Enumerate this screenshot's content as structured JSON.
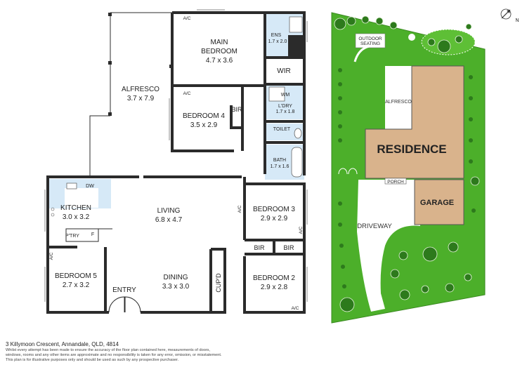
{
  "floor_plan": {
    "rooms": {
      "alfresco": {
        "name": "ALFRESCO",
        "dims": "3.7 x 7.9"
      },
      "main_bedroom_line1": "MAIN",
      "main_bedroom_line2": "BEDROOM",
      "main_bedroom_dims": "4.7 x 3.6",
      "bedroom4": {
        "name": "BEDROOM 4",
        "dims": "3.5 x 2.9"
      },
      "bedroom3": {
        "name": "BEDROOM 3",
        "dims": "2.9 x 2.9"
      },
      "bedroom2": {
        "name": "BEDROOM 2",
        "dims": "2.9 x 2.8"
      },
      "bedroom5": {
        "name": "BEDROOM 5",
        "dims": "2.7 x 3.2"
      },
      "living": {
        "name": "LIVING",
        "dims": "6.8 x 4.7"
      },
      "dining": {
        "name": "DINING",
        "dims": "3.3 x 3.0"
      },
      "kitchen": {
        "name": "KITCHEN",
        "dims": "3.0 x 3.2"
      },
      "ens": {
        "name": "ENS",
        "dims": "1.7 x 2.0"
      },
      "laundry": {
        "name": "L'DRY",
        "dims": "1.7 x 1.8"
      },
      "bath": {
        "name": "BATH",
        "dims": "1.7 x 1.6"
      },
      "wir": "WIR",
      "toilet": "TOILET",
      "wm": "WM",
      "bir_bed4": "BIR",
      "bir_bed3a": "BIR",
      "bir_bed3b": "BIR",
      "cupd": "CUP'D",
      "pantry": "P'TRY",
      "fridge": "F",
      "dw": "DW",
      "entry": "ENTRY"
    },
    "ac_labels": [
      "A/C",
      "A/C",
      "A/C",
      "A/C",
      "A/C",
      "A/C"
    ]
  },
  "site_plan": {
    "residence": "RESIDENCE",
    "garage": "GARAGE",
    "alfresco": "ALFRESCO",
    "porch": "PORCH",
    "driveway": "DRIVEWAY",
    "outdoor_seating_1": "OUTDOOR",
    "outdoor_seating_2": "SEATING",
    "north": "N",
    "colors": {
      "lawn": "#4caf2a",
      "building": "#d9b38c",
      "garage": "#ffffff"
    }
  },
  "footer": {
    "address": "3 Killymoon Crescent, Annandale, QLD, 4814",
    "disclaimer_1": "Whilst every attempt has been made to ensure the accuracy of the floor plan contained here, measurements of doors,",
    "disclaimer_2": "windows, rooms and any other items are approximate and no responsibility is taken for any error, omission, or misstatement.",
    "disclaimer_3": "This plan is for illustrative purposes only and should be used as such by any prospective purchaser."
  }
}
